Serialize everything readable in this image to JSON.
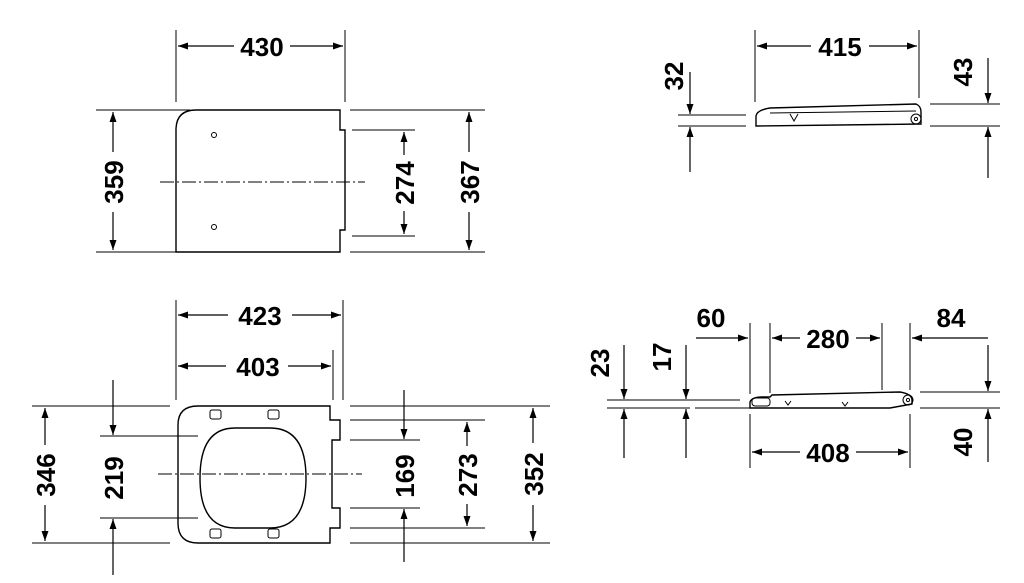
{
  "views": {
    "top_left": {
      "width": "430",
      "depth_outer": "359",
      "depth_inner": "274",
      "depth_total": "367"
    },
    "top_right": {
      "length": "415",
      "height_front": "32",
      "height_rear": "43"
    },
    "bottom_left": {
      "width_outer": "423",
      "width_inner": "403",
      "depth_left_outer": "346",
      "depth_left_inner": "219",
      "opening": "169",
      "depth_right_inner": "273",
      "depth_right_outer": "352"
    },
    "bottom_right": {
      "front_offset": "60",
      "span": "280",
      "rear_offset": "84",
      "height_front_outer": "23",
      "height_front_inner": "17",
      "length": "408",
      "height_rear": "40"
    }
  }
}
